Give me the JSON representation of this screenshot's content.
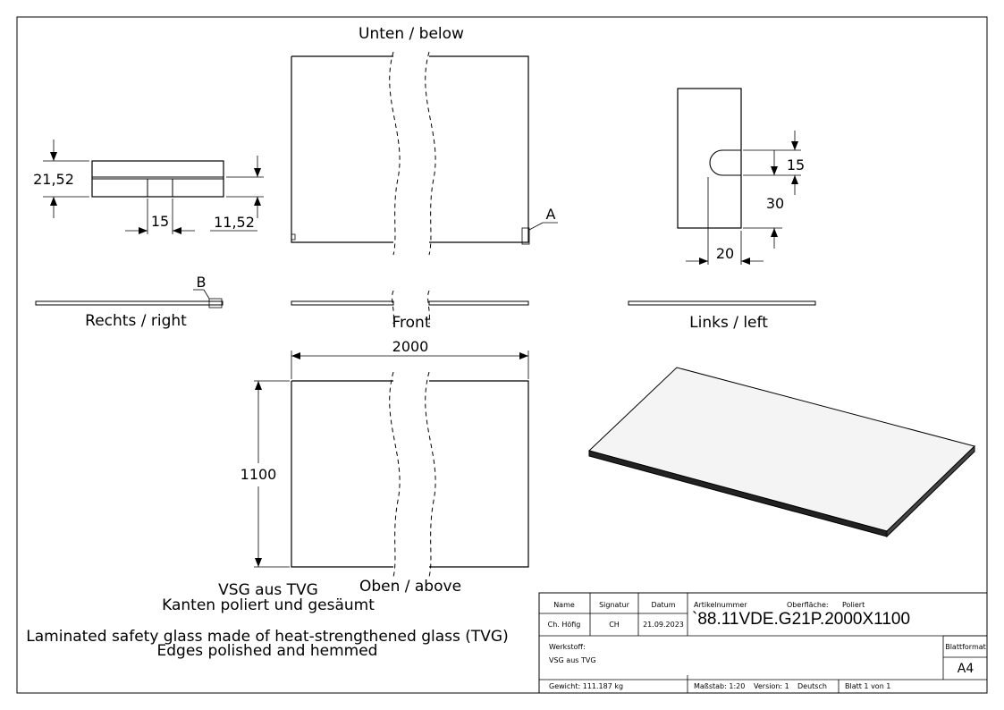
{
  "views": {
    "top_label": "Unten / below",
    "bottom_label": "Oben / above",
    "right_label": "Rechts / right",
    "left_label": "Links / left",
    "front_label": "Front"
  },
  "details": {
    "a": "A",
    "b": "B"
  },
  "dimensions": {
    "total_thickness": "21,52",
    "interlayer_gap": "15",
    "pane_thickness": "11,52",
    "hole_width": "15",
    "hole_depth": "30",
    "hole_width_side": "20",
    "length": "2000",
    "width": "1100"
  },
  "notes": {
    "de_line1": "VSG aus TVG",
    "de_line2": "Kanten poliert und gesäumt",
    "en_line1": "Laminated safety glass made of heat-strengthened glass (TVG)",
    "en_line2": "Edges polished and hemmed"
  },
  "title_block": {
    "name_header": "Name",
    "signature_header": "Signatur",
    "date_header": "Datum",
    "name": "Ch. Höfig",
    "signature": "CH",
    "date": "21.09.2023",
    "article_label": "Artikelnummer",
    "surface_label": "Oberfläche:",
    "surface_value": "Poliert",
    "article_number": "`88.11VDE.G21P.2000X1100",
    "material_label": "Werkstoff:",
    "material_value": "VSG aus TVG",
    "format_label": "Blattformat",
    "format_value": "A4",
    "weight": "Gewicht: 111.187 kg",
    "scale": "Maßstab: 1:20",
    "version": "Version: 1",
    "language": "Deutsch",
    "sheet": "Blatt 1 von 1"
  }
}
